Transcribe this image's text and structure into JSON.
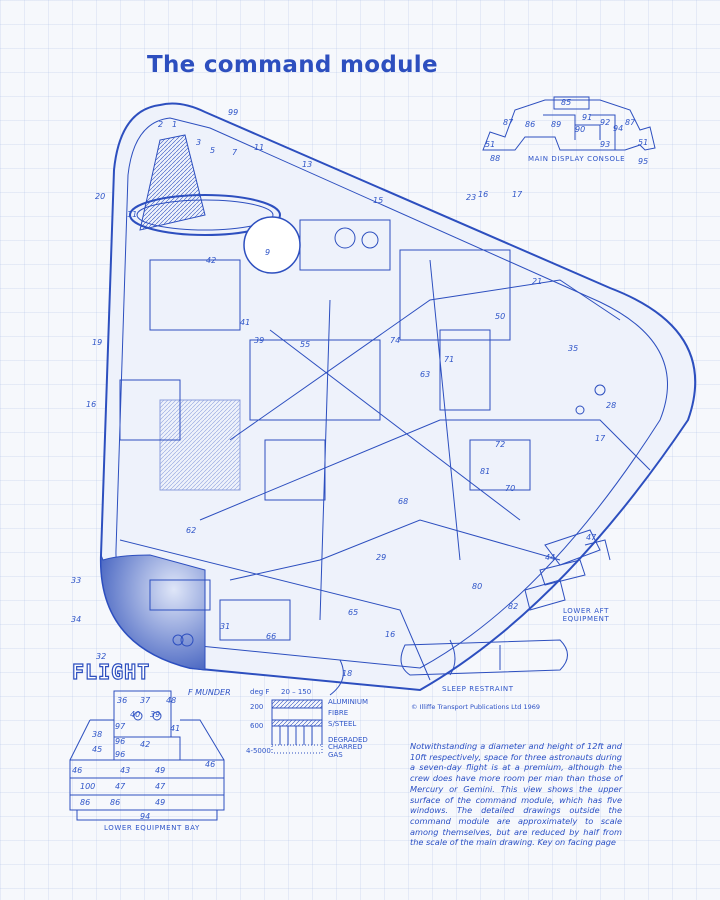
{
  "title": "The command module",
  "logo_text": "FLIGHT",
  "signature": "F MUNDER",
  "main_display_console": {
    "caption": "MAIN DISPLAY CONSOLE",
    "numbers": [
      "85",
      "87",
      "86",
      "89",
      "91",
      "92",
      "90",
      "94",
      "87",
      "51",
      "93",
      "51",
      "88",
      "95"
    ]
  },
  "lower_equipment_bay": {
    "caption": "LOWER EQUIPMENT BAY",
    "numbers": [
      "36",
      "37",
      "48",
      "40",
      "39",
      "38",
      "97",
      "41",
      "96",
      "42",
      "45",
      "96",
      "46",
      "46",
      "43",
      "49",
      "100",
      "47",
      "47",
      "86",
      "86",
      "49",
      "94"
    ]
  },
  "lower_aft_equipment": {
    "caption": "LOWER AFT EQUIPMENT",
    "numbers": [
      "47",
      "44",
      "82"
    ]
  },
  "sleep_restraint": {
    "caption": "SLEEP RESTRAINT"
  },
  "heat_shield": {
    "temp_header": "deg F",
    "temp_top": "20 – 150",
    "temps": [
      "200",
      "600",
      "4-5000"
    ],
    "layers": [
      "ALUMINIUM",
      "FIBRE",
      "S/STEEL",
      "DEGRADED",
      "CHARRED",
      "GAS"
    ],
    "callout": "18"
  },
  "copyright": "© Illiffe Transport Publications Ltd 1969",
  "description": "Notwithstanding a diameter and height of 12ft and 10ft respectively, space for three astronauts during a seven-day flight is at a premium, although the crew does have more room per man than those of Mercury or Gemini. This view shows the upper surface of the command module, which has five windows. The detailed drawings outside the command module are approximately to scale among themselves, but are reduced by half from the scale of the main drawing. Key on facing page",
  "callouts": [
    "99",
    "1",
    "2",
    "3",
    "5",
    "7",
    "11",
    "13",
    "15",
    "20",
    "11",
    "19",
    "16",
    "33",
    "34",
    "32",
    "23",
    "16",
    "17",
    "21",
    "35",
    "28",
    "17",
    "9",
    "42",
    "41",
    "39",
    "74",
    "71",
    "50",
    "72",
    "63",
    "81",
    "70",
    "68",
    "80",
    "29",
    "65",
    "66",
    "16",
    "62",
    "55",
    "31"
  ],
  "colors": {
    "ink": "#2d4fbf",
    "paper": "#f6f8fc",
    "grid": "#c8d4ec"
  }
}
